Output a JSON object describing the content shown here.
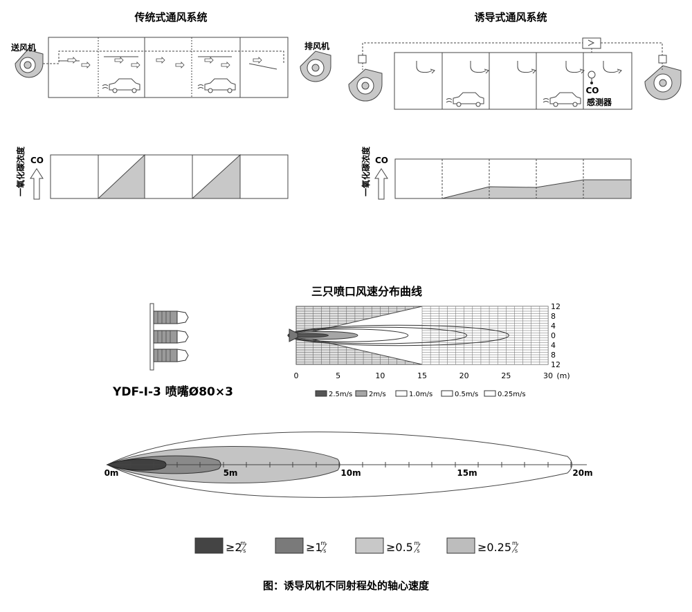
{
  "traditional": {
    "title": "传统式通风系统",
    "supply_fan_label": "送风机",
    "exhaust_fan_label": "排风机",
    "co_label": "CO",
    "co_axis_label": "一氧化碳浓度"
  },
  "induced": {
    "title": "诱导式通风系统",
    "co_label": "CO",
    "co_axis_label": "一氧化碳浓度",
    "sensor_label_1": "CO",
    "sensor_label_2": "感测器"
  },
  "nozzle": {
    "model_label": "YDF-I-3 喷嘴Ø80×3"
  },
  "chart_data": {
    "type": "contour",
    "title": "三只喷口风速分布曲线",
    "x_ticks": [
      "0",
      "5",
      "10",
      "15",
      "20",
      "25",
      "30"
    ],
    "x_unit": "(m)",
    "y_ticks": [
      "12",
      "8",
      "4",
      "0",
      "4",
      "8",
      "12"
    ],
    "series": [
      {
        "name": "2.5m/s",
        "reach": 3.5,
        "half_width": 0.8,
        "color": "#555555"
      },
      {
        "name": "2m/s",
        "reach": 7,
        "half_width": 1.6,
        "color": "#a6a6a6"
      },
      {
        "name": "1.0m/s",
        "reach": 13,
        "half_width": 2.6,
        "color": "#ffffff"
      },
      {
        "name": "0.5m/s",
        "reach": 20,
        "half_width": 3.4,
        "color": "#ffffff"
      },
      {
        "name": "0.25m/s",
        "reach": 25,
        "half_width": 4.2,
        "color": "#ffffff"
      }
    ]
  },
  "axial": {
    "distance_labels": [
      "0m",
      "5m",
      "10m",
      "15m",
      "20m"
    ],
    "legend": [
      {
        "label": "≥2",
        "color": "#444444"
      },
      {
        "label": "≥1",
        "color": "#7a7a7a"
      },
      {
        "label": "≥0.5",
        "color": "#c8c8c8"
      },
      {
        "label": "≥0.25",
        "color": "#bdbdbd"
      }
    ],
    "unit_top": "m",
    "unit_bottom": "s",
    "caption": "图：诱导风机不同射程处的轴心速度"
  }
}
